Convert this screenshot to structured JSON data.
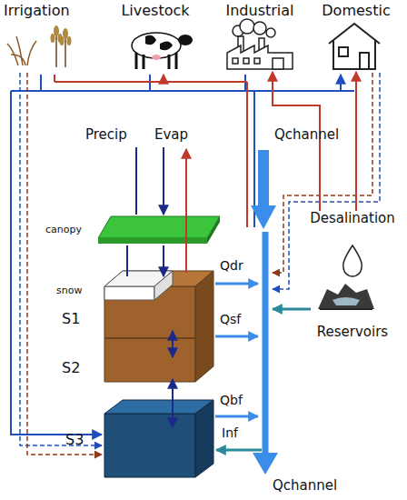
{
  "diagram": {
    "nodes": [
      {
        "text": [
          "Irrigation"
        ]
      },
      {
        "text": [
          "Livestock"
        ]
      },
      {
        "text": [
          "Industrial"
        ]
      },
      {
        "text": [
          "Domestic"
        ]
      },
      {
        "text": [
          "canopy"
        ]
      },
      {
        "text": [
          "Desalination"
        ]
      },
      {
        "text": [
          "snow"
        ]
      },
      {
        "text": [
          "Reservoirs"
        ]
      },
      {
        "text": [
          "S1"
        ]
      },
      {
        "text": [
          "S2"
        ]
      },
      {
        "text": [
          "S3"
        ]
      }
    ],
    "edges": [
      {
        "from": 8,
        "to": 9,
        "arrow": "both"
      },
      {
        "from": 9,
        "to": 10,
        "arrow": "both"
      },
      {
        "from": 5,
        "to": 2,
        "arrow": "to"
      },
      {
        "from": 5,
        "to": 3,
        "arrow": "to"
      }
    ],
    "labels": [
      "Precip",
      "Evap",
      "Qchannel",
      "Qdr",
      "Qsf",
      "Qbf",
      "Inf",
      "Qchannel"
    ]
  }
}
